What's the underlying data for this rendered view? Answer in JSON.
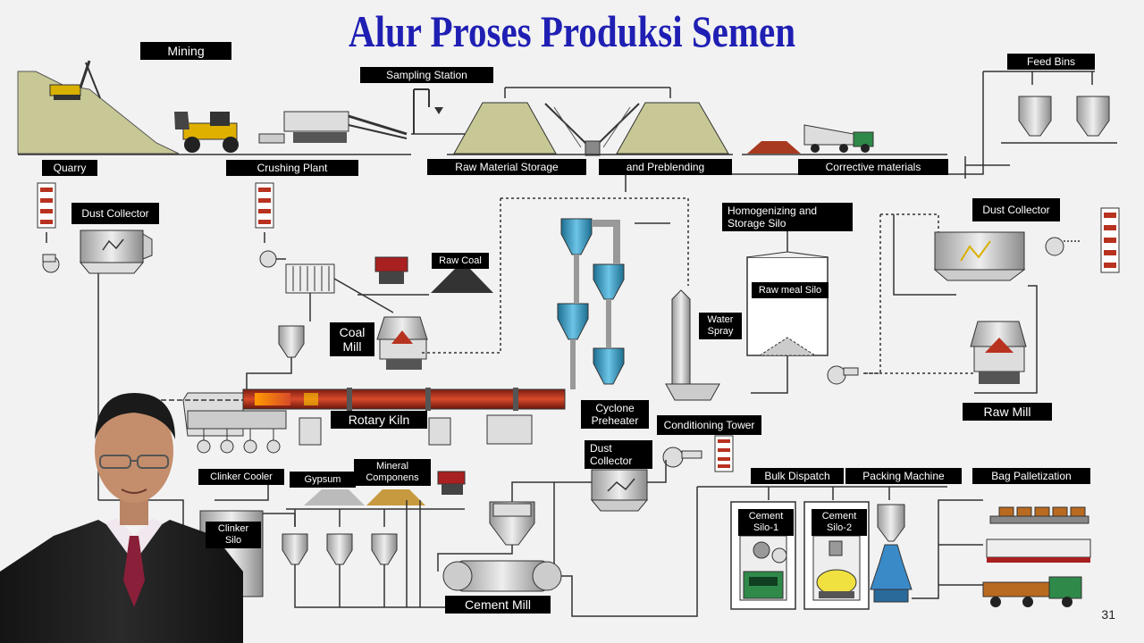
{
  "title": "Alur Proses Produksi Semen",
  "page_number": "31",
  "labels": {
    "mining": "Mining",
    "sampling_station": "Sampling Station",
    "feed_bins": "Feed Bins",
    "quarry": "Quarry",
    "crushing_plant": "Crushing Plant",
    "raw_material_storage": "Raw Material Storage",
    "and_preblending": "and Preblending",
    "corrective_materials": "Corrective materials",
    "dust_collector_left": "Dust Collector",
    "homogenizing": "Homogenizing and\nStorage Silo",
    "dust_collector_right": "Dust Collector",
    "raw_coal": "Raw Coal",
    "raw_meal_silo": "Raw meal Silo",
    "coal_mill": "Coal\nMill",
    "water_spray": "Water\nSpray",
    "rotary_kiln": "Rotary Kiln",
    "cyclone_preheater": "Cyclone\nPreheater",
    "raw_mill": "Raw Mill",
    "conditioning_tower": "Conditioning Tower",
    "clinker_cooler": "Clinker Cooler",
    "gypsum": "Gypsum",
    "mineral_componens": "Mineral\nComponens",
    "dust_collector_mid": "Dust\nCollector",
    "bulk_dispatch": "Bulk Dispatch",
    "packing_machine": "Packing Machine",
    "bag_palletization": "Bag Palletization",
    "clinker_silo": "Clinker\nSilo",
    "cement_silo_1": "Cement\nSilo-1",
    "cement_silo_2": "Cement\nSilo-2",
    "cement_mill": "Cement Mill"
  },
  "colors": {
    "title": "#1f1fb4",
    "label_bg": "#000000",
    "label_text": "#ffffff",
    "stockpile": "#c8c896",
    "cyclone": "#3aa0c8",
    "kiln": "#b83220",
    "corrective": "#a83a20",
    "background": "#f2f2f2"
  },
  "icons": [
    "dust-collector-icon",
    "fan-icon",
    "stack-icon",
    "truck-icon",
    "excavator-icon",
    "loader-icon",
    "silo-icon",
    "cyclone-icon",
    "kiln-icon",
    "person-photo"
  ]
}
